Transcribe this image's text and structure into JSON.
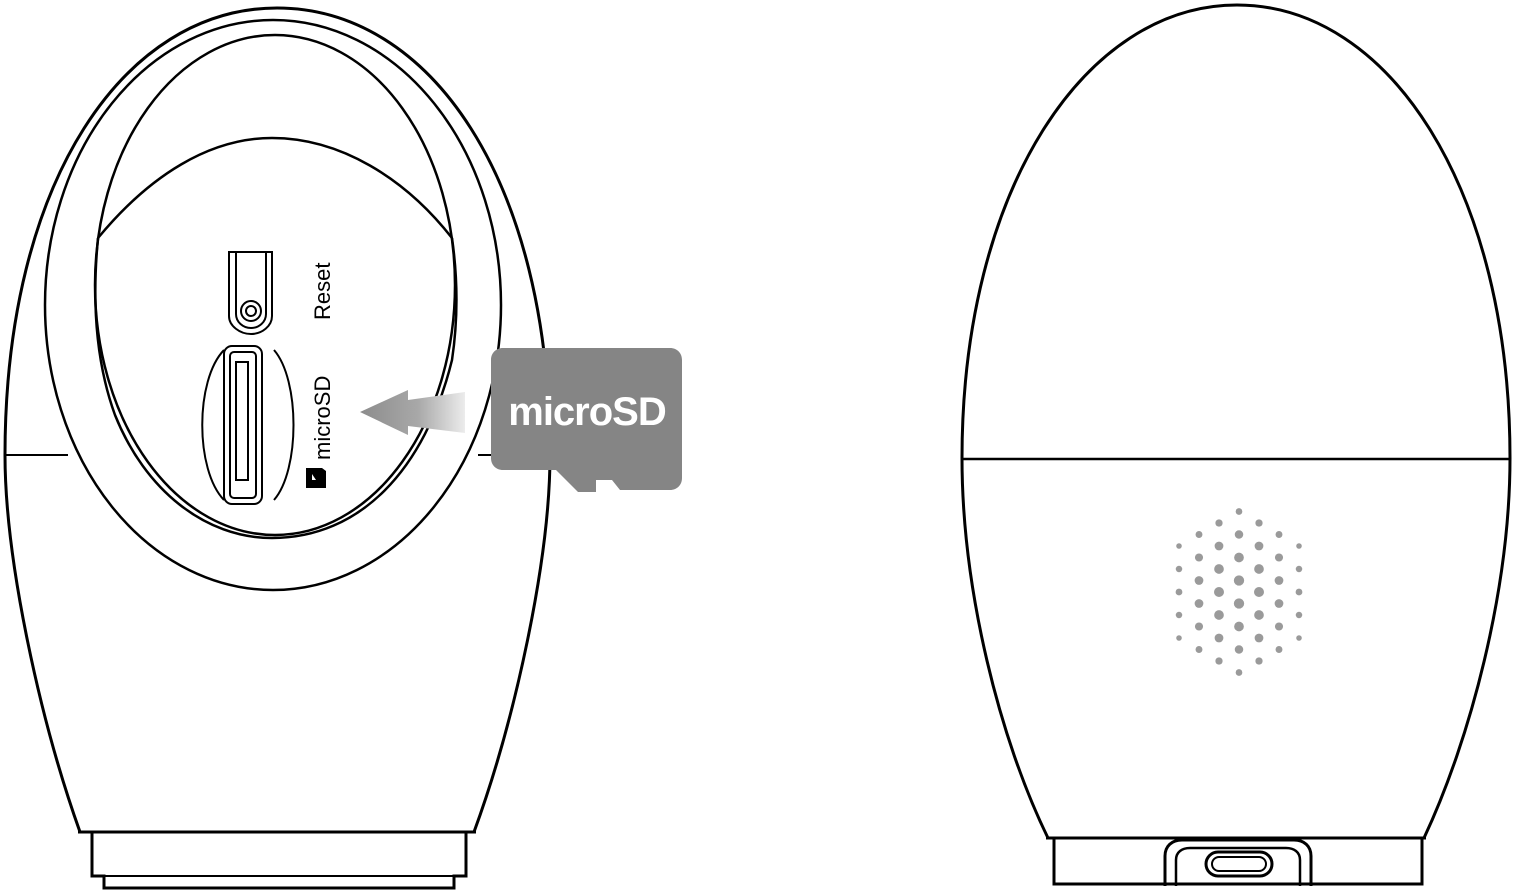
{
  "labels": {
    "reset": "Reset",
    "microsd_slot": "microSD",
    "card": "microSD"
  },
  "colors": {
    "line": "#000000",
    "card_fill": "#858585",
    "card_text": "#ffffff",
    "arrow": "#8c8c8c",
    "speaker_dots": "#9a9a9a"
  },
  "icons": {
    "card_icon": "microsd-card-icon",
    "arrow": "insert-arrow-icon",
    "usb_port": "usb-c-port-icon"
  }
}
